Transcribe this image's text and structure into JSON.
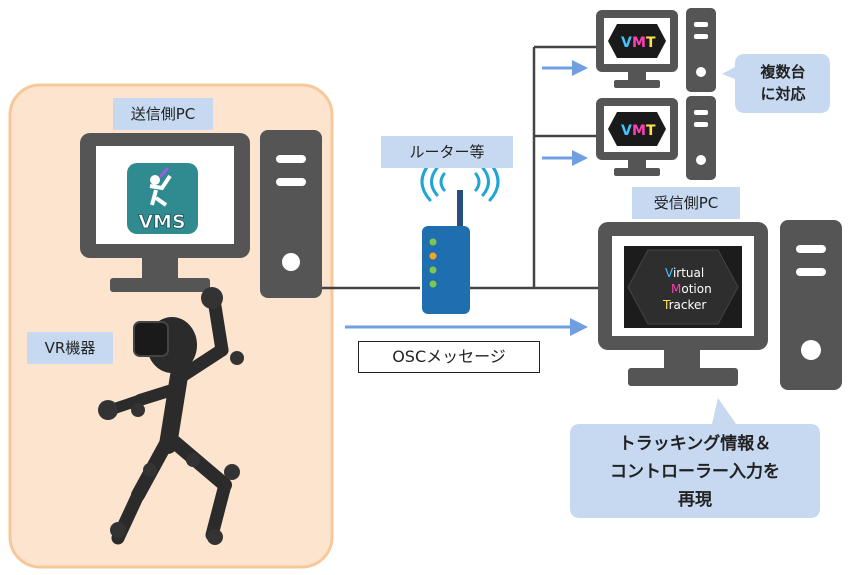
{
  "sender_pc_label": "送信側PC",
  "vr_label": "VR機器",
  "router_label": "ルーター等",
  "osc_label": "OSCメッセージ",
  "receiver_pc_label": "受信側PC",
  "multi_note": "複数台\nに対応",
  "reproduce_note": "トラッキング情報＆\nコントローラー入力を\n再現",
  "vms_logo": "VMS",
  "vmt_logo": "VMT",
  "vmt_screen_lines": [
    "Virtual",
    "Motion",
    "Tracker"
  ]
}
